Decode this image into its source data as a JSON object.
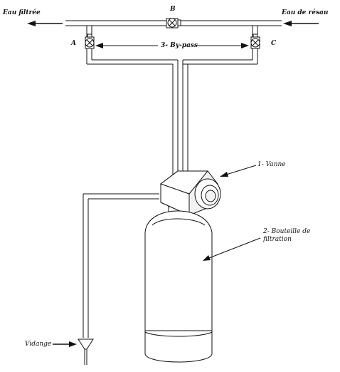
{
  "labels": {
    "eau_filtree": "Eau filtrée",
    "eau_reseau": "Eau de résau",
    "vanne_a": "A",
    "vanne_b": "B",
    "vanne_c": "C",
    "bypass": "3- By-pass",
    "vanne": "1- Vanne",
    "bouteille_line1": "2- Bouteille de",
    "bouteille_line2": "filtration",
    "vidange": "Vidange"
  }
}
